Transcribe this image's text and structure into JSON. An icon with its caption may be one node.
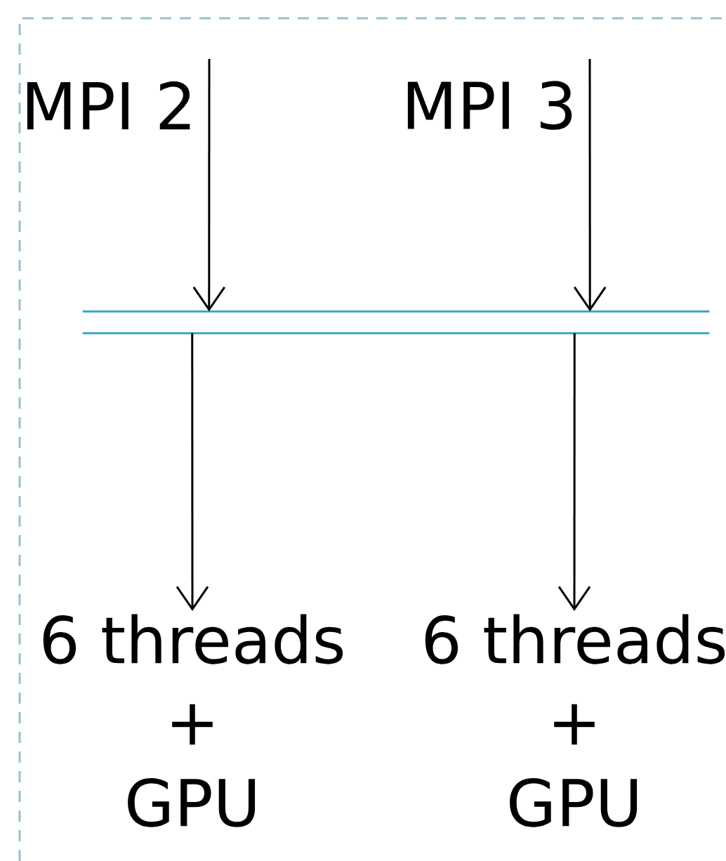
{
  "diagram": {
    "nodes": [
      {
        "text": [],
        "shape": "bar"
      },
      {
        "text": [
          "6 threads",
          "+",
          "GPU"
        ]
      },
      {
        "text": [
          "6 threads",
          "+",
          "GPU"
        ]
      }
    ],
    "edges": [
      {
        "from": null,
        "to": 0,
        "arrow": "to",
        "label": "MPI 2"
      },
      {
        "from": null,
        "to": 0,
        "arrow": "to",
        "label": "MPI 3"
      },
      {
        "from": 0,
        "to": 1,
        "arrow": "to"
      },
      {
        "from": 0,
        "to": 2,
        "arrow": "to"
      }
    ]
  }
}
